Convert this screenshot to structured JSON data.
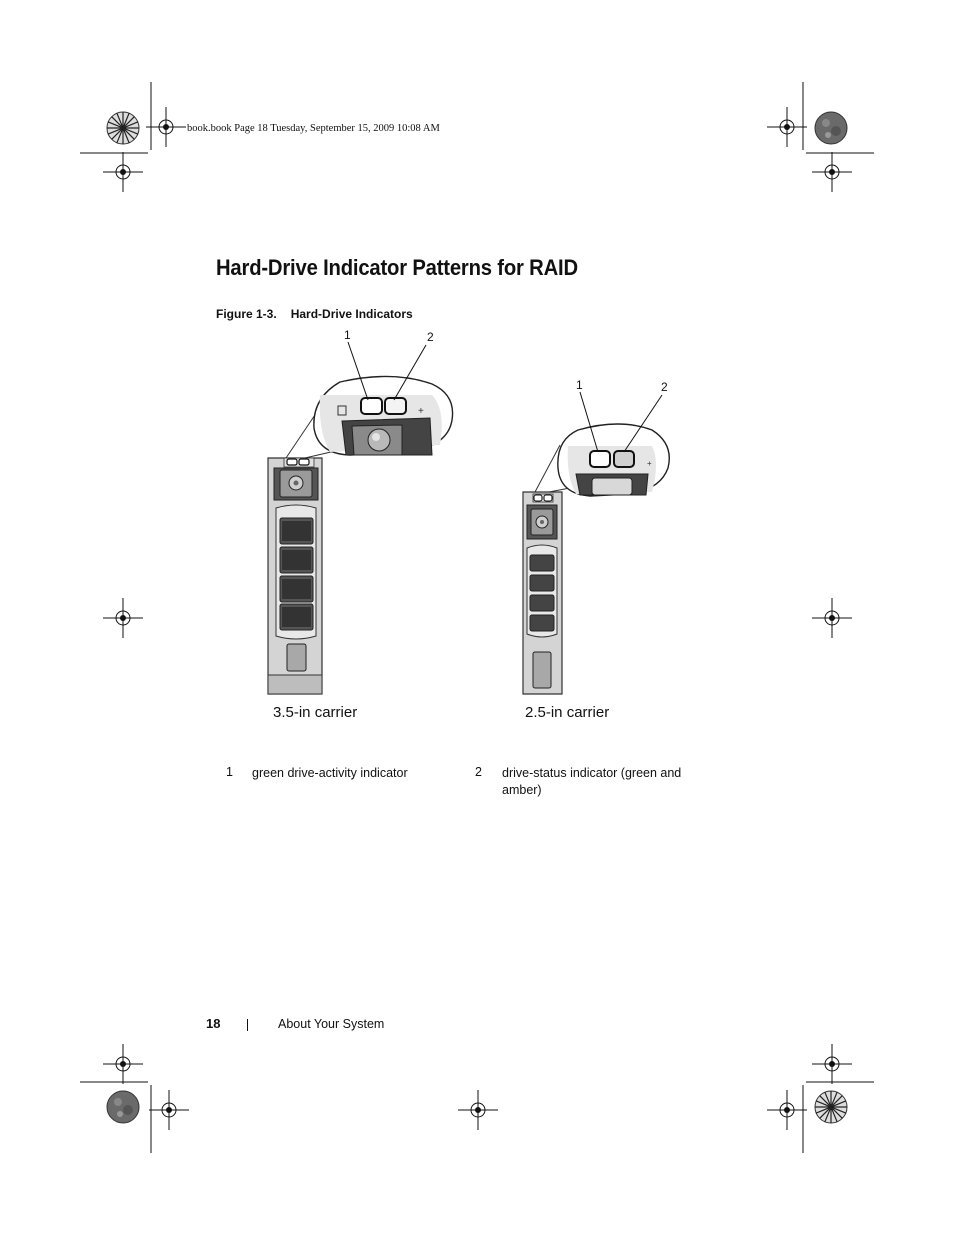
{
  "header_note": "book.book  Page 18  Tuesday, September 15, 2009  10:08 AM",
  "title": "Hard-Drive Indicator Patterns for RAID",
  "figure": {
    "number": "Figure 1-3.",
    "caption": "Hard-Drive Indicators",
    "carrier_left_label": "3.5-in carrier",
    "carrier_right_label": "2.5-in carrier",
    "callout_1": "1",
    "callout_2": "2"
  },
  "legend": [
    {
      "num": "1",
      "text": "green drive-activity indicator"
    },
    {
      "num": "2",
      "text": "drive-status indicator (green and amber)"
    }
  ],
  "footer": {
    "page_number": "18",
    "section": "About Your System"
  }
}
